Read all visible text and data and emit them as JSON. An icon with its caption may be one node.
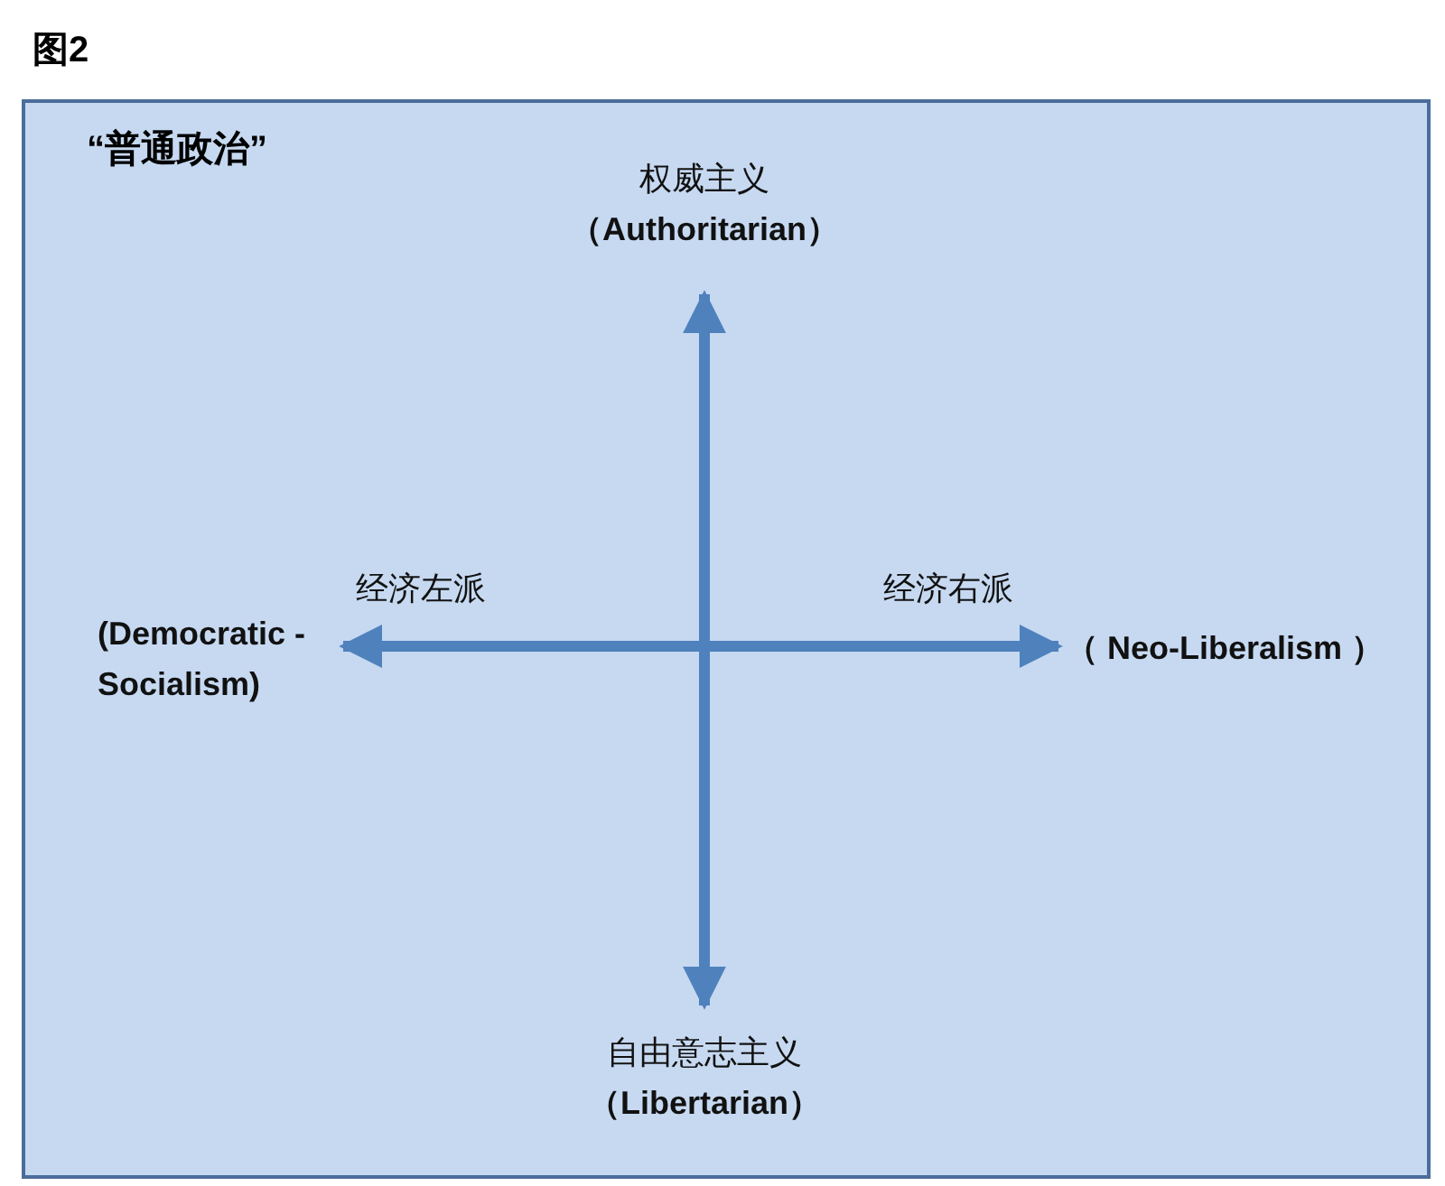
{
  "diagram": {
    "title": "图2",
    "nodes": [
      {
        "text": [
          "“普通政治”"
        ]
      },
      {
        "text": [
          "权威主义",
          "（Authoritarian）"
        ],
        "in": 0
      },
      {
        "text": [
          "(Democratic -Socialism)"
        ],
        "in": 0
      },
      {
        "text": [
          "（ Neo-Liberalism ）"
        ],
        "in": 0
      },
      {
        "text": [
          "自由意志主义",
          "（Libertarian）"
        ],
        "in": 0
      }
    ],
    "edges": [
      {
        "from": 1,
        "to": 4,
        "arrow": "both"
      },
      {
        "from": 2,
        "to": 3,
        "arrow": "both"
      }
    ],
    "labels": [
      "经济左派",
      "经济右派"
    ]
  }
}
